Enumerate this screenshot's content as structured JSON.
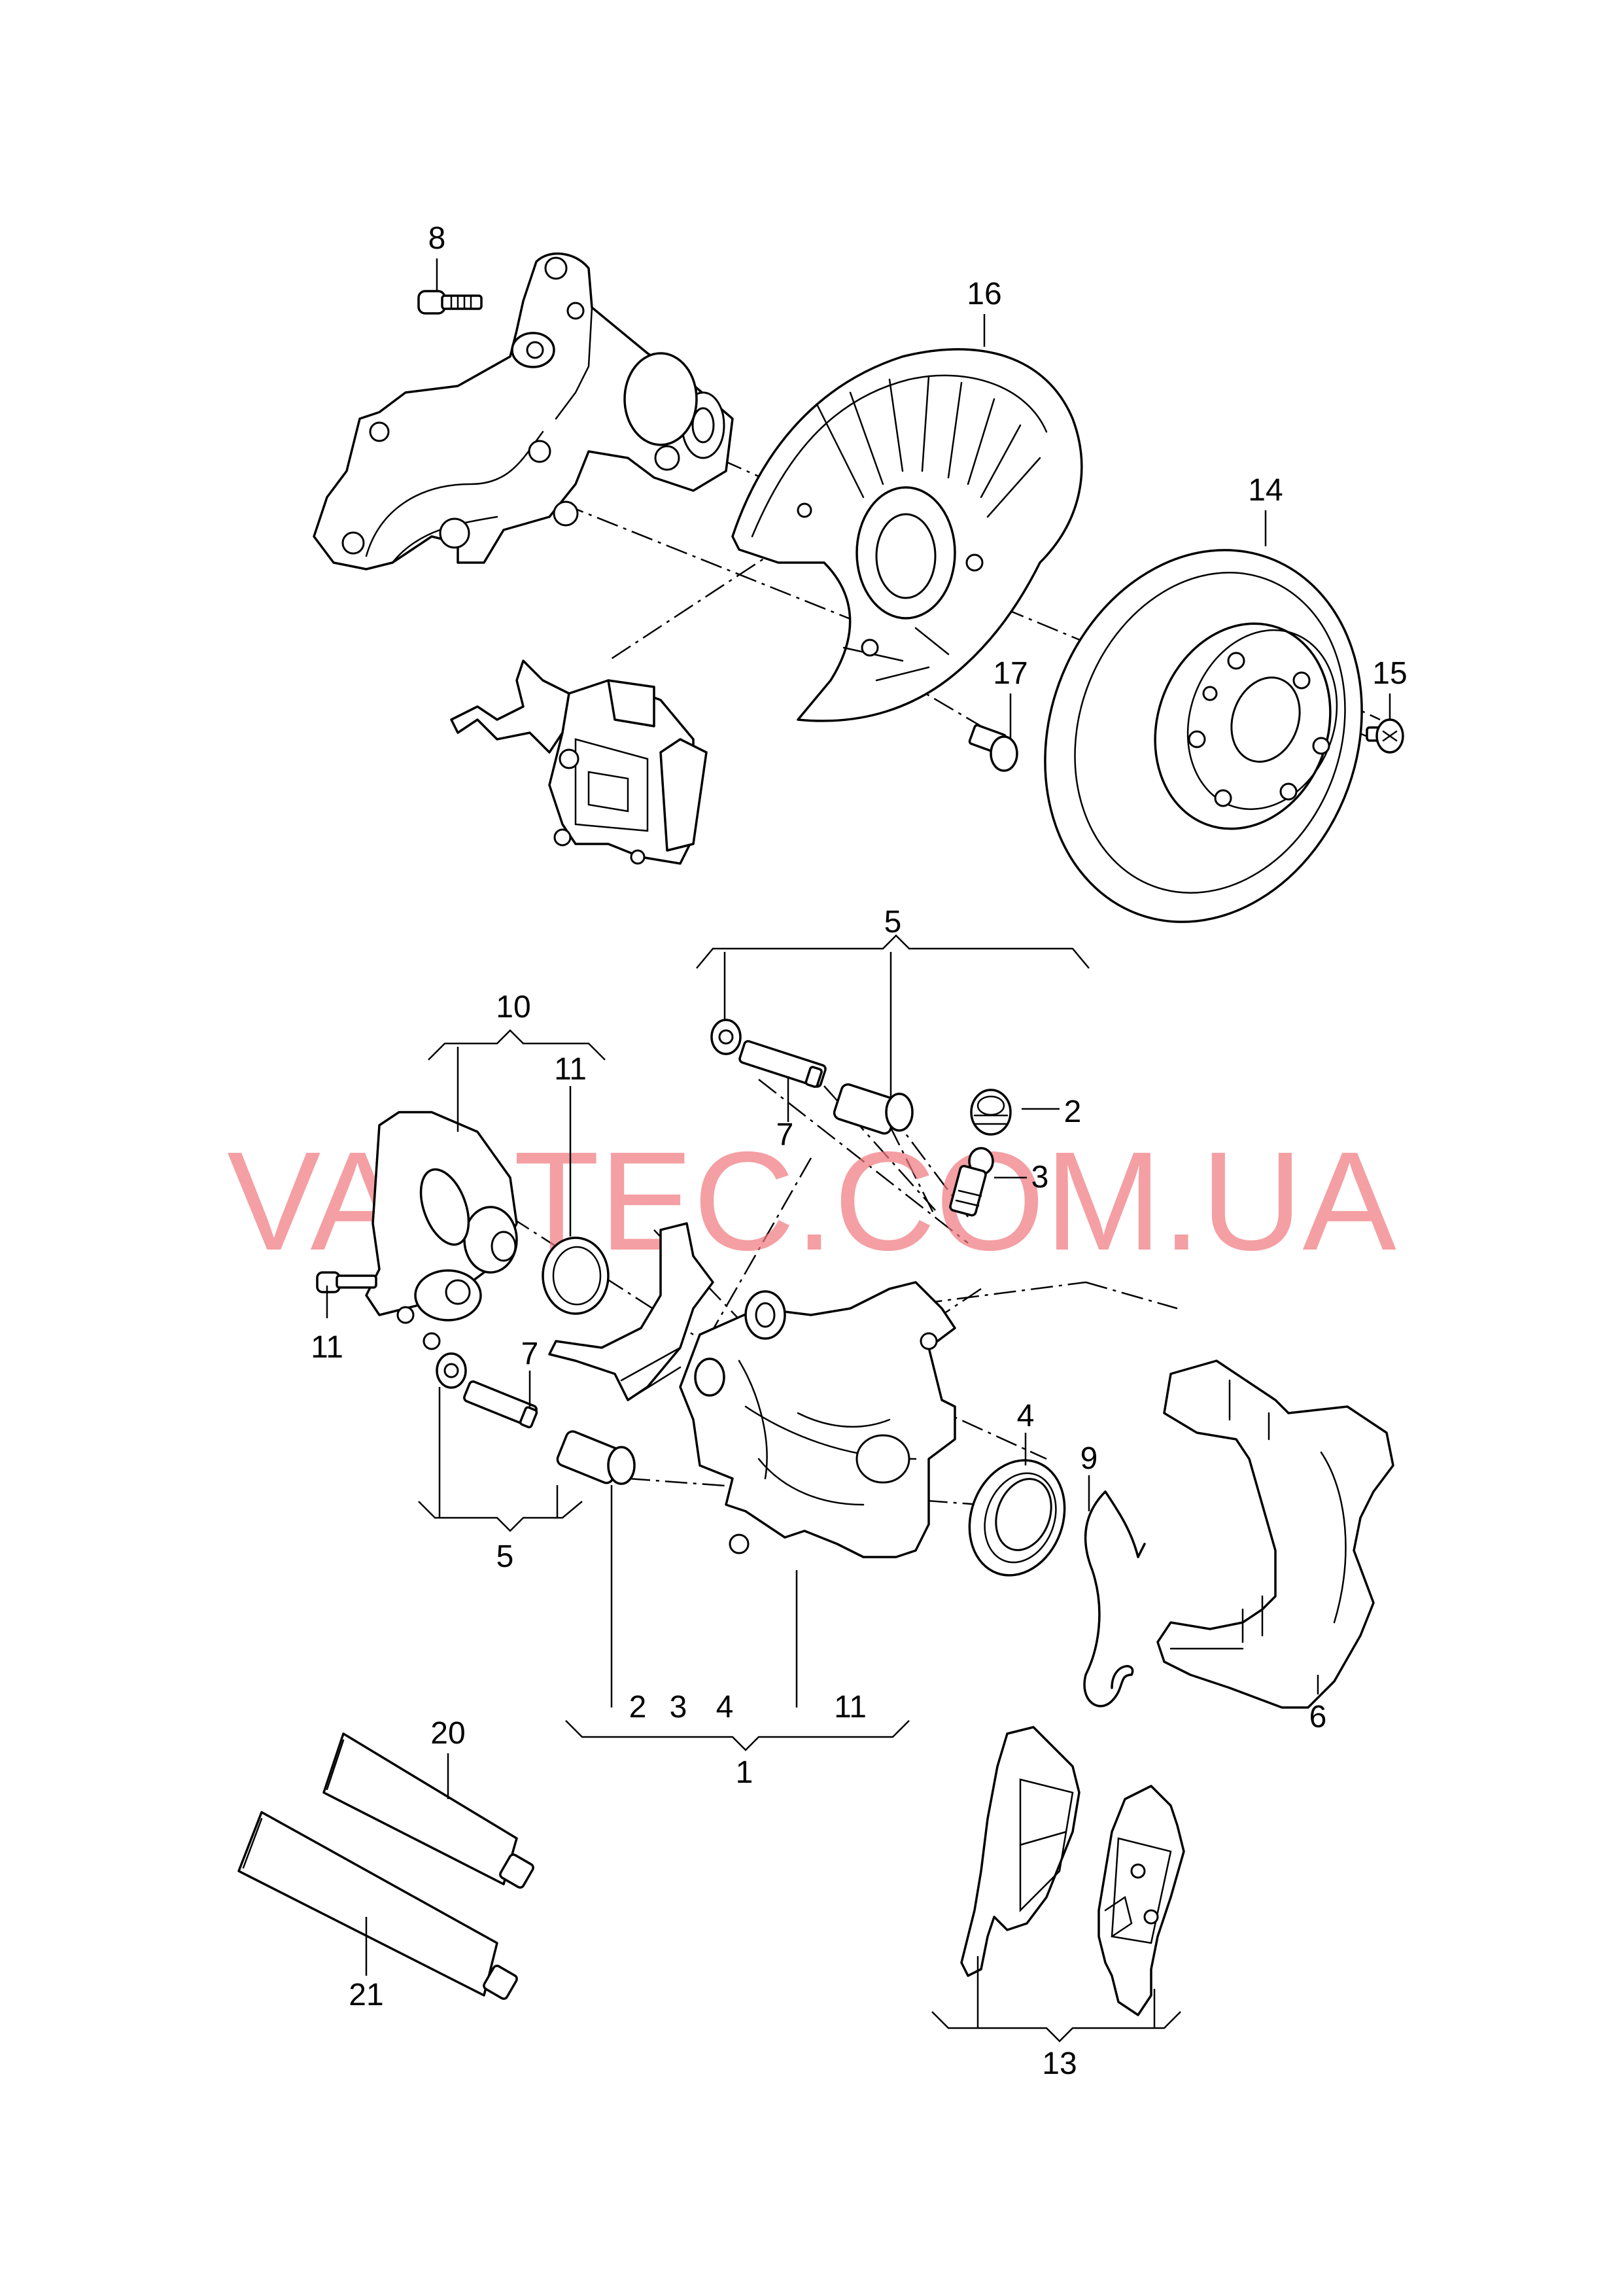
{
  "watermark": "VAGTEC.COM.UA",
  "colors": {
    "lines": "#000000",
    "background": "#ffffff",
    "watermark": "#f07a80"
  },
  "callouts": {
    "c1": "1",
    "c2_group": "2",
    "c3_group": "3",
    "c4_group": "4",
    "c11_group": "11",
    "c2": "2",
    "c3": "3",
    "c4": "4",
    "c5_top": "5",
    "c5_bottom": "5",
    "c6": "6",
    "c7_top": "7",
    "c7_bottom": "7",
    "c8": "8",
    "c9": "9",
    "c10": "10",
    "c11_a": "11",
    "c11_b": "11",
    "c13": "13",
    "c14": "14",
    "c15": "15",
    "c16": "16",
    "c17": "17",
    "c20": "20",
    "c21": "21"
  }
}
